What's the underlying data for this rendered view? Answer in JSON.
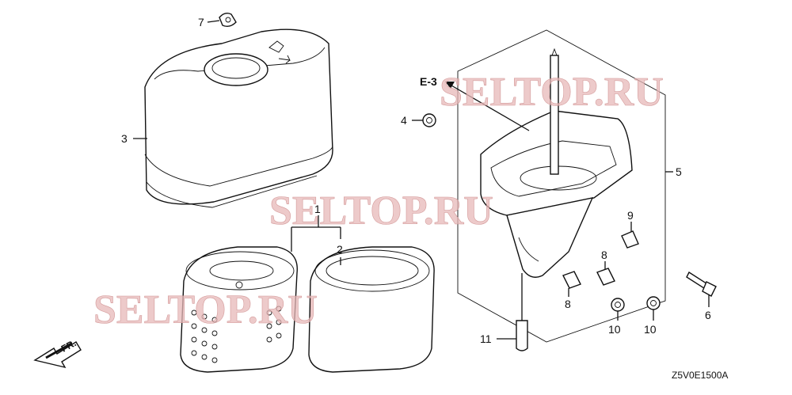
{
  "diagram": {
    "drawing_code": "Z5V0E1500A",
    "reference": "E-3",
    "front_marker": "FR.",
    "callouts": [
      {
        "id": "c1",
        "text": "1"
      },
      {
        "id": "c2",
        "text": "2"
      },
      {
        "id": "c3",
        "text": "3"
      },
      {
        "id": "c4",
        "text": "4"
      },
      {
        "id": "c5",
        "text": "5"
      },
      {
        "id": "c6",
        "text": "6"
      },
      {
        "id": "c7",
        "text": "7"
      },
      {
        "id": "c8a",
        "text": "8"
      },
      {
        "id": "c8b",
        "text": "8"
      },
      {
        "id": "c9",
        "text": "9"
      },
      {
        "id": "c10a",
        "text": "10"
      },
      {
        "id": "c10b",
        "text": "10"
      },
      {
        "id": "c11",
        "text": "11"
      }
    ]
  },
  "watermarks": [
    "SELTOP.RU",
    "SELTOP.RU",
    "SELTOP.RU"
  ],
  "colors": {
    "line": "#111111",
    "watermark": "#e7b8b8",
    "background": "#ffffff"
  }
}
